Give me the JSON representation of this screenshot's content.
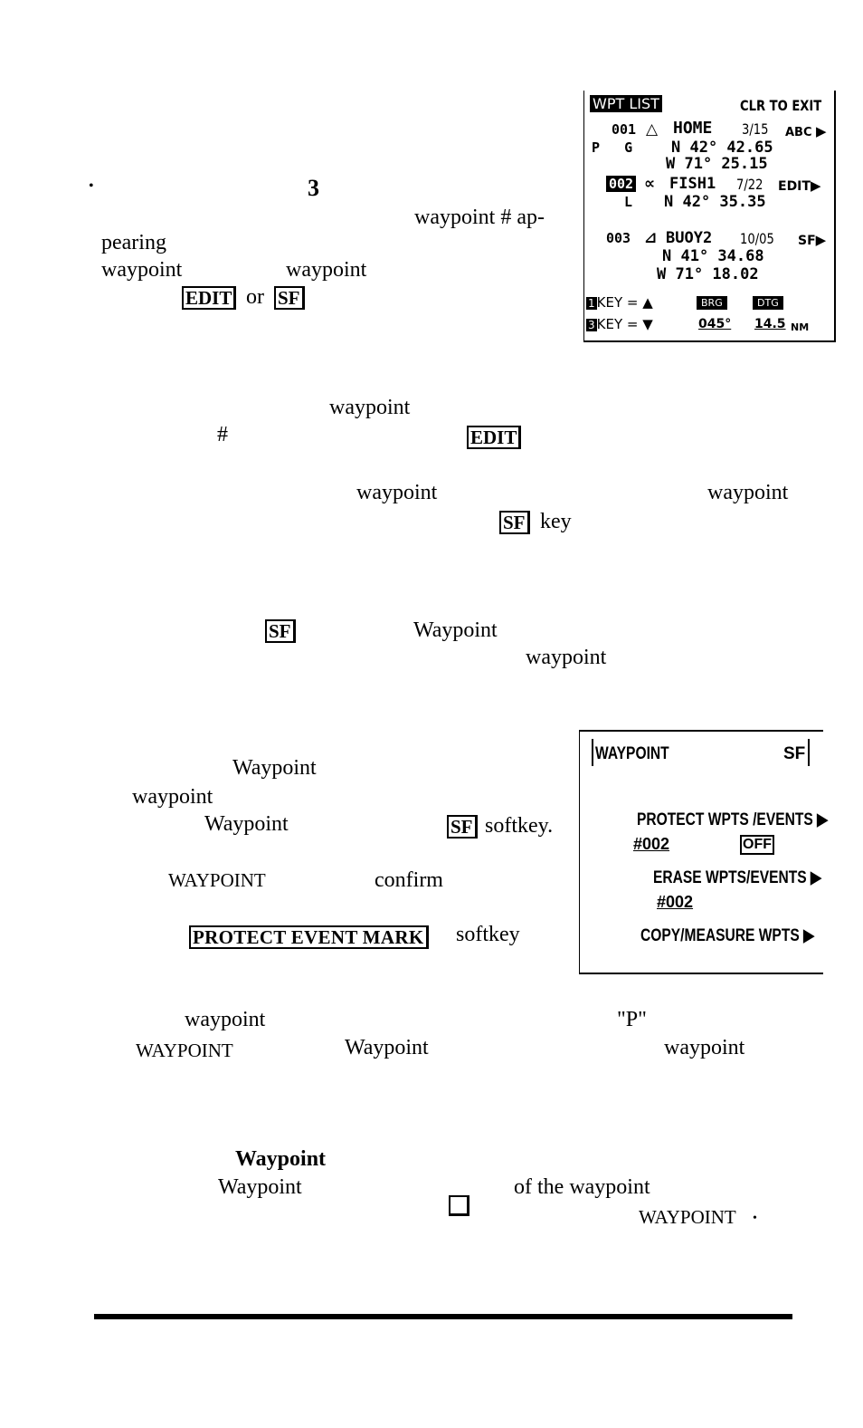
{
  "page": {
    "bullet": "•",
    "numeral": "3",
    "p1": {
      "a": "waypoint # ap-",
      "b": "pearing",
      "c": "waypoint",
      "d": "waypoint",
      "edit_key": "EDIT",
      "or": "or",
      "sf_key": "SF"
    },
    "p2": {
      "a": "waypoint",
      "hash": "#",
      "edit_key": "EDIT"
    },
    "p3": {
      "a": "waypoint",
      "b": "waypoint",
      "sf_key": "SF",
      "key": "key"
    },
    "p4": {
      "sf_key": "SF",
      "a": "Waypoint",
      "b": "waypoint"
    },
    "p5": {
      "a": "Waypoint",
      "b": "waypoint",
      "c": "Waypoint",
      "sf_key": "SF",
      "softkey": "softkey.",
      "d": "WAYPOINT",
      "e": "confirm",
      "protect_key": "PROTECT EVENT MARK",
      "softkey2": "softkey"
    },
    "p6": {
      "a": "waypoint",
      "p": "\"P\"",
      "b": "WAYPOINT",
      "c": "Waypoint",
      "d": "waypoint"
    },
    "p7": {
      "heading": "Waypoint",
      "a": "Waypoint",
      "b": "of the waypoint",
      "c": "WAYPOINT",
      "dot": "•"
    }
  },
  "wpt_screen": {
    "title": "WPT LIST",
    "exit": "CLR TO EXIT",
    "rows": [
      {
        "num": "001",
        "sym": "△",
        "name": "HOME",
        "date": "3/15",
        "soft": "ABC"
      },
      {
        "flags": "P   G",
        "lat": "N 42° 42.65"
      },
      {
        "lon": "W 71° 25.15"
      },
      {
        "num": "002",
        "sym": "∝",
        "name": "FISH1",
        "date": "7/22",
        "soft": "EDIT"
      },
      {
        "flags": "L",
        "lat": "N 42° 35.35"
      },
      {
        "num": "003",
        "sym": "⊿",
        "name": "BUOY2",
        "date": "10/05",
        "soft": "SF"
      },
      {
        "lat": "N 41° 34.68"
      },
      {
        "lon": "W 71° 18.02"
      }
    ],
    "key1": "KEY = ▲",
    "key3": "KEY = ▼",
    "key1_num": "1",
    "key3_num": "3",
    "brg_label": "BRG",
    "dtg_label": "DTG",
    "brg_value": "045°",
    "dtg_value": "14.5",
    "unit": "NM"
  },
  "waypoint_screen": {
    "title": "WAYPOINT",
    "sf": "SF",
    "item1": "PROTECT WPTS /EVENTS",
    "item1_num": "#002",
    "item1_state": "OFF",
    "item2": "ERASE WPTS/EVENTS",
    "item2_num": "#002",
    "item3": "COPY/MEASURE WPTS"
  }
}
